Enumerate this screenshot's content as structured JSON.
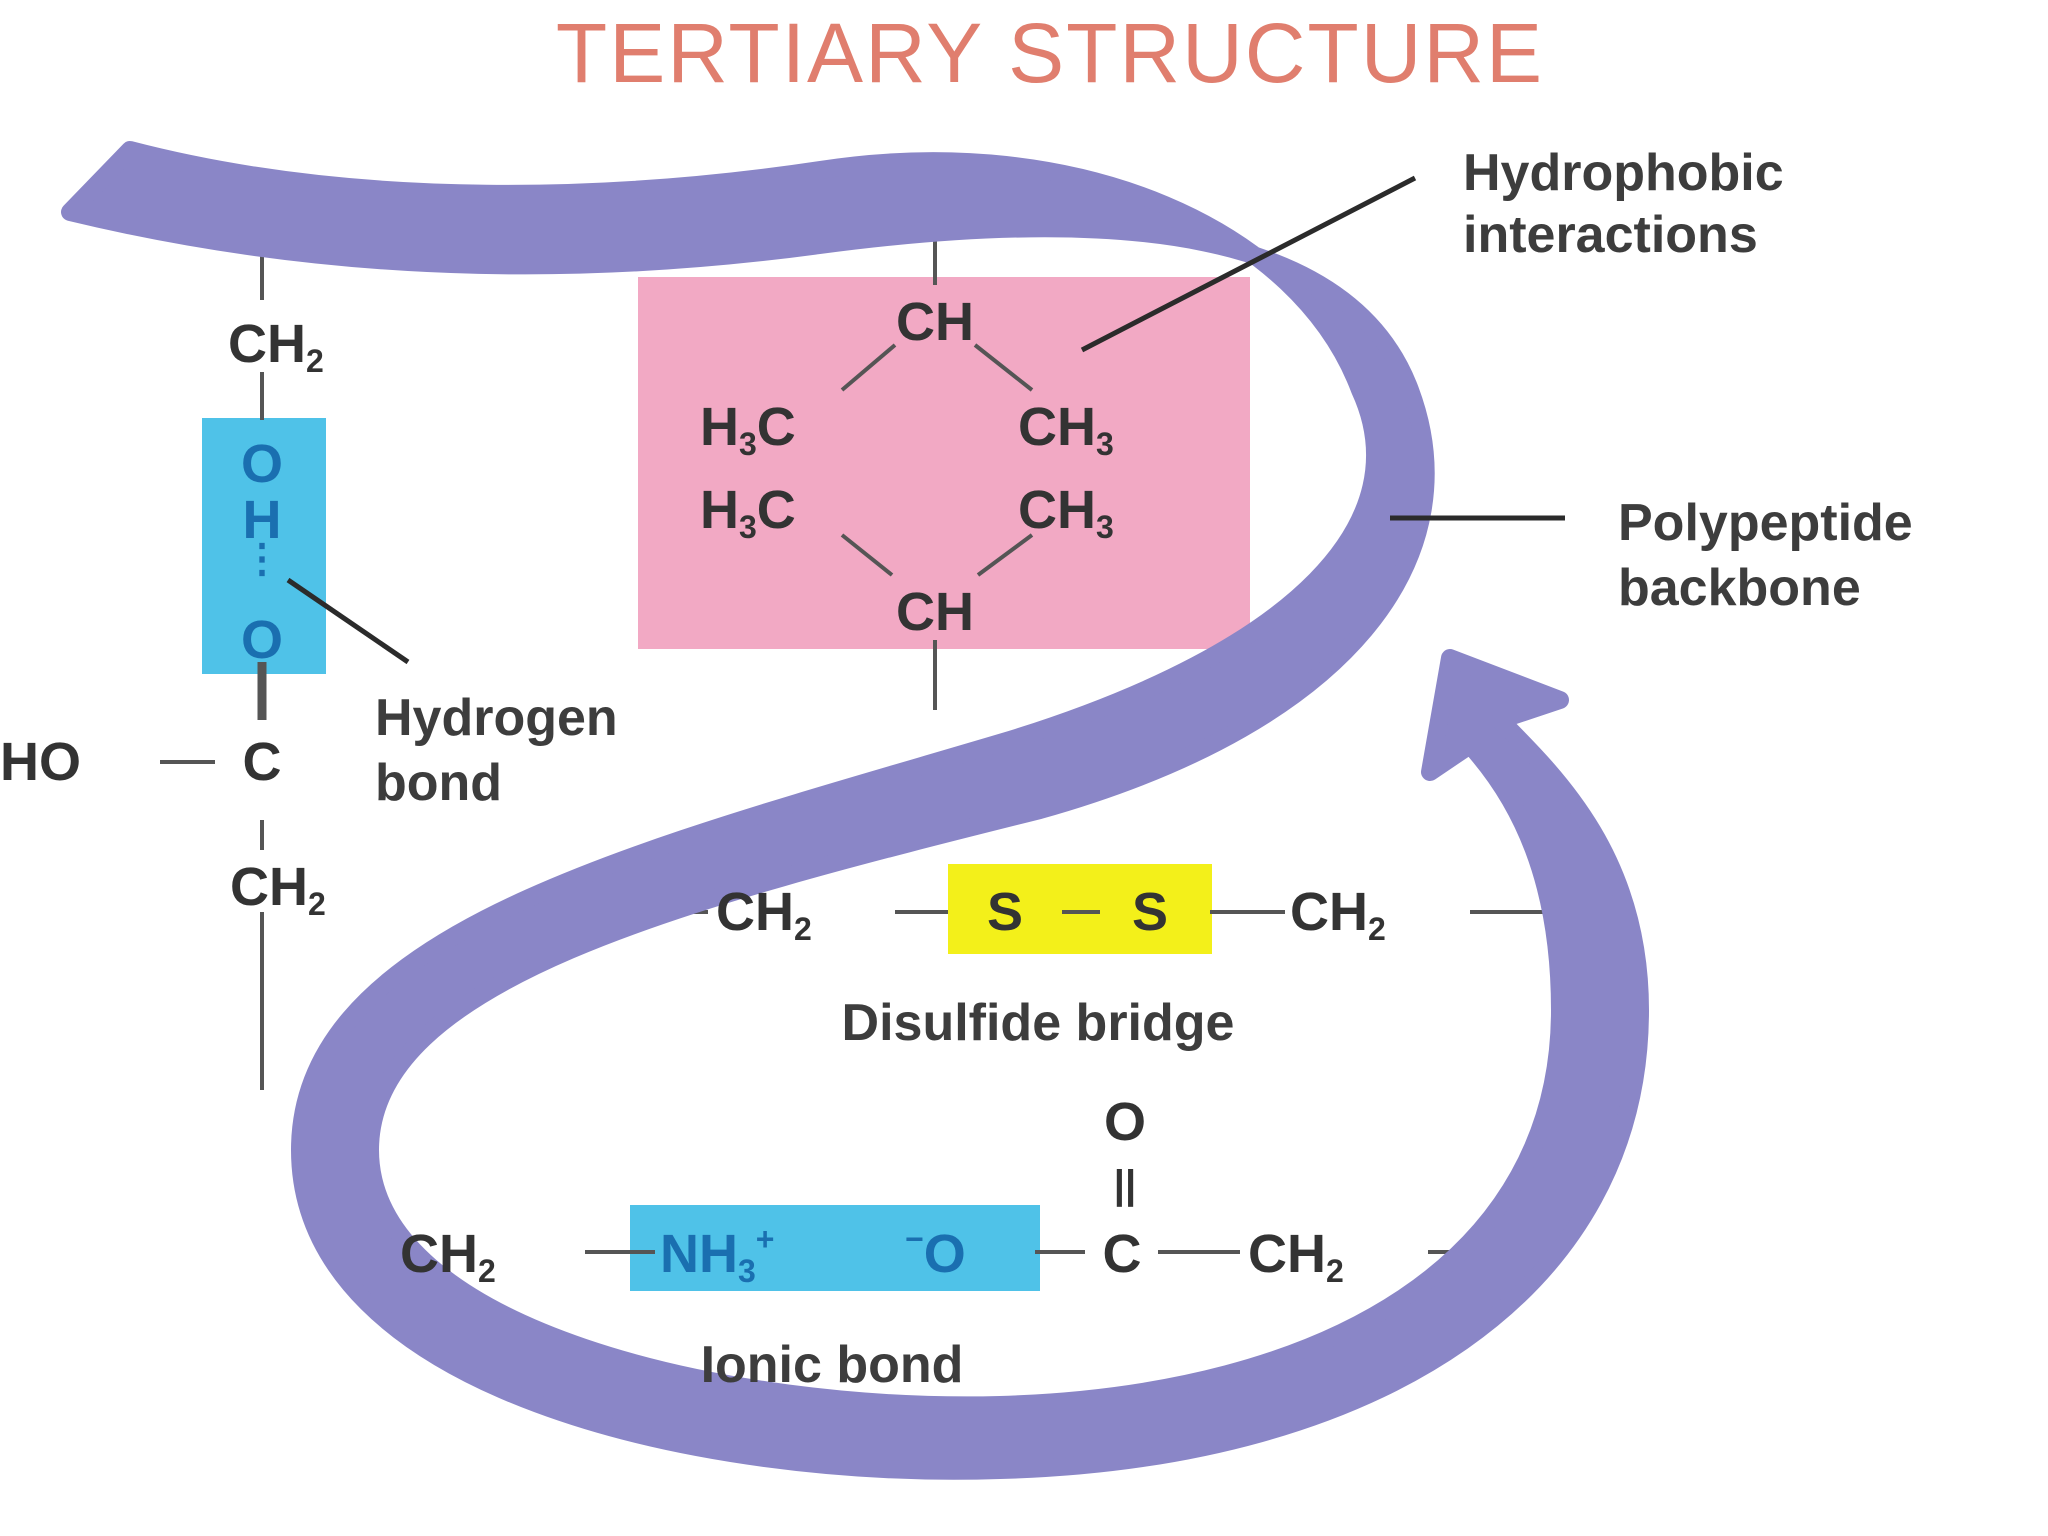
{
  "title": "TERTIARY STRUCTURE",
  "labels": {
    "hydrophobic_line1": "Hydrophobic",
    "hydrophobic_line2": "interactions",
    "backbone_line1": "Polypeptide",
    "backbone_line2": "backbone",
    "hydrogen_line1": "Hydrogen",
    "hydrogen_line2": "bond",
    "disulfide": "Disulfide bridge",
    "ionic": "Ionic bond"
  },
  "chem": {
    "CH": "CH",
    "CH2": "CH",
    "H3C": "H",
    "CH3": "CH",
    "sub2": "2",
    "sub3": "3",
    "C_after_H3": "C",
    "O": "O",
    "H": "H",
    "C": "C",
    "HO": "HO",
    "S": "S",
    "NH3": "NH",
    "plus": "+",
    "minus": "−",
    "double_bond": "||"
  },
  "colors": {
    "backbone": "#8a86c7",
    "hydrophobic_box": "#f2a9c4",
    "hydrogen_box": "#4fc2e8",
    "disulfide_box": "#f3f01a",
    "ionic_box": "#4fc2e8",
    "title": "#e07e6e"
  }
}
